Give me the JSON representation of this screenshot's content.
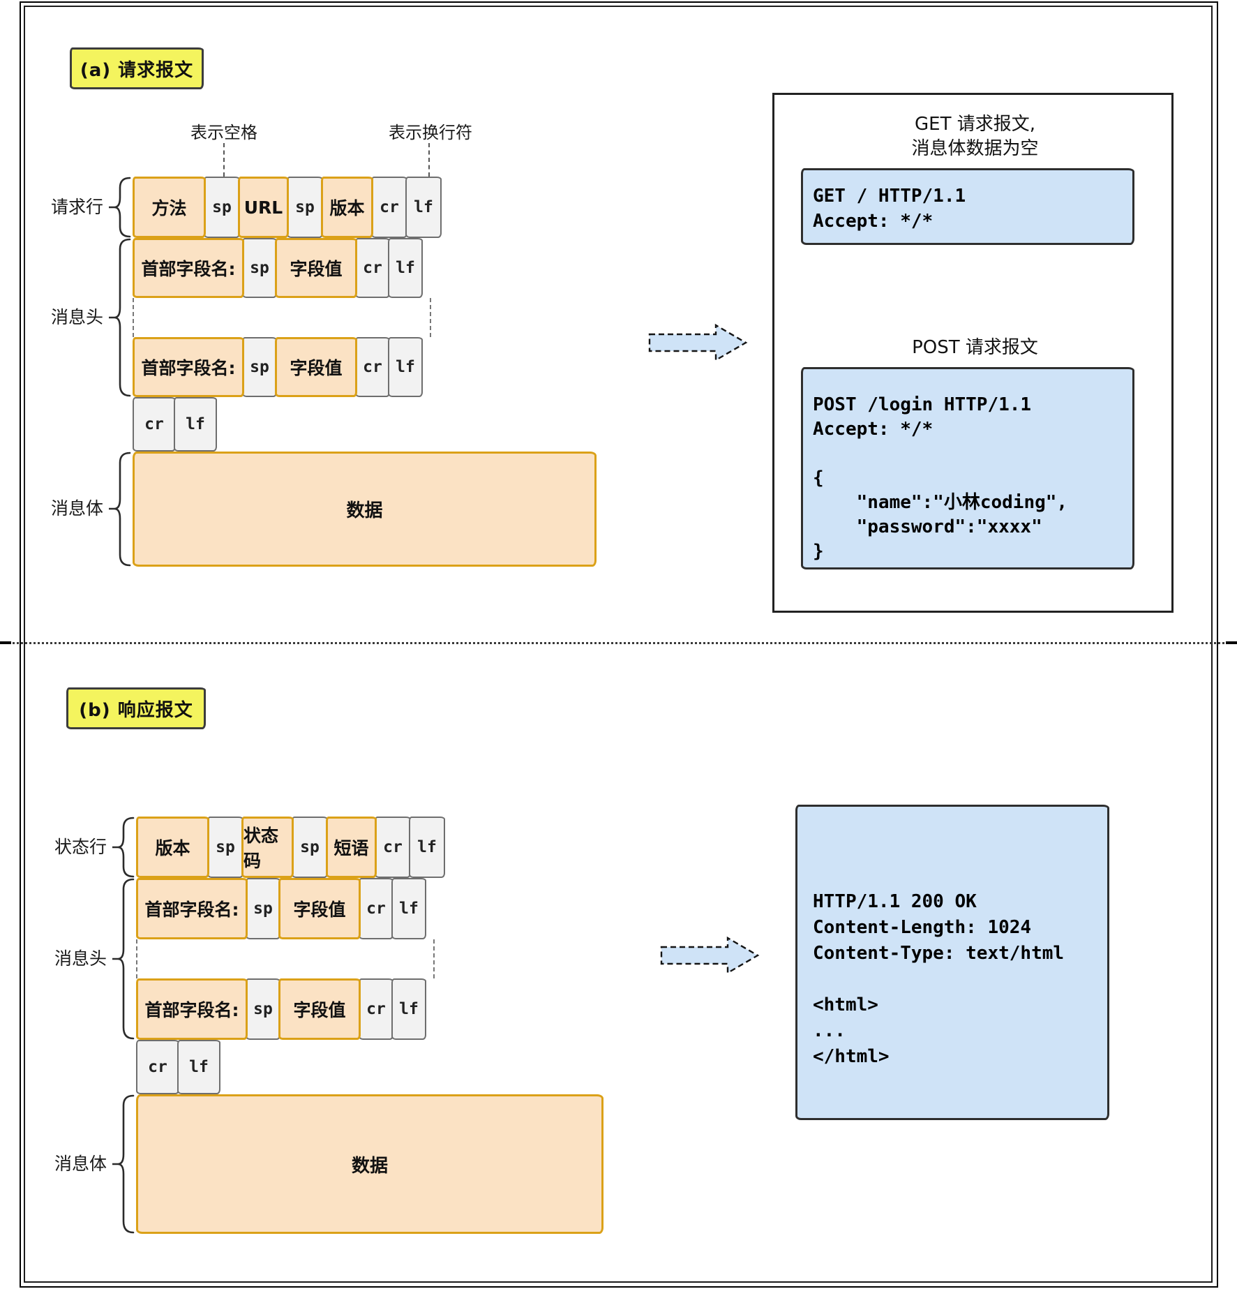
{
  "section_a": {
    "tag": "(a) 请求报文",
    "annotation_space": "表示空格",
    "annotation_newline": "表示换行符",
    "label_request_line": "请求行",
    "label_headers": "消息头",
    "label_body": "消息体",
    "request_line": [
      "方法",
      "sp",
      "URL",
      "sp",
      "版本",
      "cr",
      "lf"
    ],
    "header_row": [
      "首部字段名:",
      "sp",
      "字段值",
      "cr",
      "lf"
    ],
    "crlf_row": [
      "cr",
      "lf"
    ],
    "data_label": "数据",
    "example_get_title": "GET 请求报文,\n消息体数据为空",
    "example_get_code": "GET / HTTP/1.1\nAccept: */*",
    "example_post_title": "POST 请求报文",
    "example_post_code": "POST /login HTTP/1.1\nAccept: */*\n\n{\n    \"name\":\"小林coding\",\n    \"password\":\"xxxx\"\n}"
  },
  "section_b": {
    "tag": "(b) 响应报文",
    "label_status_line": "状态行",
    "label_headers": "消息头",
    "label_body": "消息体",
    "status_line": [
      "版本",
      "sp",
      "状态码",
      "sp",
      "短语",
      "cr",
      "lf"
    ],
    "header_row": [
      "首部字段名:",
      "sp",
      "字段值",
      "cr",
      "lf"
    ],
    "crlf_row": [
      "cr",
      "lf"
    ],
    "data_label": "数据",
    "example_response_code": "HTTP/1.1 200 OK\nContent-Length: 1024\nContent-Type: text/html\n\n<html>\n...\n</html>"
  },
  "colors": {
    "field_fill": "#fbe2c4",
    "field_stroke": "#dba118",
    "ctrl_fill": "#f2f2f2",
    "ctrl_stroke": "#6e6e6e",
    "code_fill": "#cfe3f7",
    "tag_fill": "#f4f45e",
    "arrow_fill": "#cfe3f7"
  }
}
